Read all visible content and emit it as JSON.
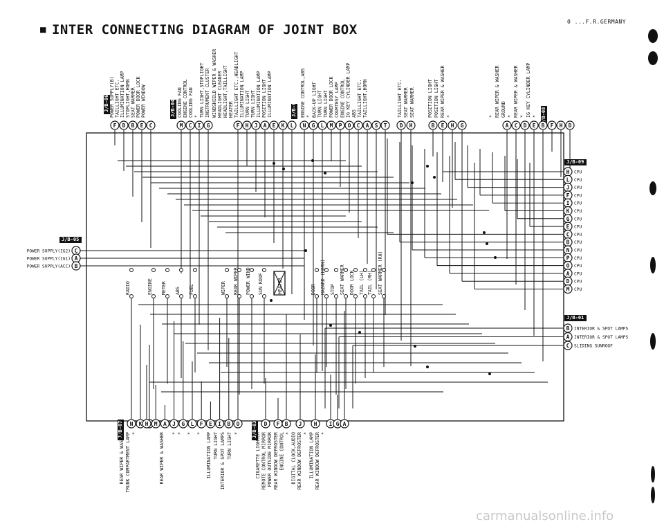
{
  "header": {
    "title": "INTER CONNECTING DIAGRAM OF JOINT BOX",
    "note": "0 ...F.R.GERMANY"
  },
  "footer": {
    "watermark": "carmanualsonline.info"
  },
  "connectors": {
    "j1": "J/B-06",
    "j2": "J/B-04",
    "j3": "J/B-02",
    "j4": "J/B-08",
    "right1": "J/B-09",
    "right2": "J/B-01",
    "left": "J/B-05",
    "bottom1": "J/B-07",
    "bottom2": "J/B-03"
  },
  "top_groups": [
    {
      "pins": [
        "F",
        "D",
        "B",
        "E",
        "C"
      ],
      "labels": [
        "POWER SUPPLY(B)",
        "TAILLIGHT ETC.",
        "ILLUMINATION LAMP",
        "STOPLIGHT,HORN",
        "SEAT WARMER",
        "POWER DOOR LOCK",
        "POWER WINDOW"
      ]
    },
    {
      "pins": [
        "M",
        "C",
        "I",
        "G"
      ],
      "labels": [
        "COOLING FAN",
        "ENGINE CONTROL",
        "COOLING FAN",
        "*",
        "TURN LIGHT,STOPLIGHT",
        "INSTRUMENT CLUSTER"
      ]
    },
    {
      "pins": [
        "F",
        "H",
        "J",
        "A",
        "E",
        "K",
        "L"
      ],
      "labels": [
        "WINDSHIELD WIPER & WASHER",
        "HEADLIGHT CLEANER",
        "HEADLIGHT,TAILLIGHT",
        "HEATER",
        "TAILLIGHT ETC.,HEADLIGHT",
        "ILLUMINATION LAMP",
        "TURN LIGHT",
        "TURN LIGHT",
        "ILLUMINATION LAMP",
        "POSITION LIGHT",
        "ILLUMINATION LAMP"
      ]
    },
    {
      "pins": [
        "N",
        "G",
        "L",
        "M",
        "P",
        "O",
        "C",
        "A",
        "S",
        "T"
      ],
      "labels": [
        "ENGINE CONTROL,ABS",
        "*",
        "BACK-UP LIGHT",
        "TURN LIGHT",
        "TURN LIGHT",
        "POWER DOOR LOCK",
        "COURTESY LAMP",
        "ENGINE CONTROL",
        "IG KEY CYLINDER LAMP",
        "ABS",
        "TAILLIGHT ETC.",
        "TAILLIGHT,HORN"
      ]
    },
    {
      "pins": [
        "D",
        "H"
      ],
      "labels": [
        "TAILLIGHT ETC.",
        "SEAT WARMER",
        "SEAT WARMER"
      ]
    },
    {
      "pins": [
        "B",
        "E",
        "H",
        "G"
      ],
      "labels": [
        "POSITION LIGHT",
        "POSITION LIGHT",
        "REAR WIPER & WASHER",
        "*"
      ]
    },
    {
      "pins": [
        "A",
        "C",
        "D",
        "E",
        "B",
        "F",
        "H",
        "D"
      ],
      "labels": [
        "*",
        "REAR WIPER & WASHER",
        "GROUND",
        "*",
        "REAR WIPER & WASHER",
        "*",
        "IG KEY CYLINDER LAMP",
        "*"
      ]
    }
  ],
  "right_cpu": {
    "pins": [
      "H",
      "L",
      "J",
      "F",
      "I",
      "K",
      "G",
      "E",
      "C",
      "B",
      "N",
      "P",
      "O",
      "A",
      "D",
      "M"
    ],
    "label": "CPU"
  },
  "right_other": [
    {
      "pin": "B",
      "label": "INTERIOR & SPOT LAMPS"
    },
    {
      "pin": "A",
      "label": "INTERIOR & SPOT LAMPS"
    },
    {
      "pin": "C",
      "label": "SLIDING SUNROOF"
    }
  ],
  "left_inputs": [
    {
      "pin": "C",
      "label": "POWER SUPPLY(IG2)"
    },
    {
      "pin": "A",
      "label": "POWER SUPPLY(IG1)"
    },
    {
      "pin": "B",
      "label": "POWER SUPPLY(ACC)"
    }
  ],
  "fuses": [
    "RADIO",
    "ENGINE",
    "METER",
    "ABS",
    "FUEL",
    "WIPER",
    "REAR WIPER",
    "POWER WIND",
    "SUN ROOF",
    "HEATER",
    "DOOR",
    "HAZARD (HORN)",
    "STOP",
    "SEAT WARMER",
    "DOOR LOCK",
    "TAIL (LH)",
    "TAIL (RH)",
    "SEAT WARMER (RH)"
  ],
  "bottom_groups": [
    {
      "pins": [
        "N",
        "K",
        "D"
      ],
      "labels": [
        "REAR WIPER & WASHER",
        "TRUNK COMPARTMENT LAMP",
        "*"
      ]
    },
    {
      "pins": [
        "H",
        "M",
        "A",
        "J",
        "G",
        "L",
        "F",
        "E",
        "I",
        "B",
        "O"
      ],
      "labels": [
        "REAR WIPER & WASHER",
        "*",
        "*",
        "*",
        "*",
        "ILLUMINATION LAMP",
        "TURN LIGHT",
        "INTERIOR & SPOT LAMPS",
        "TURN LIGHT",
        "*"
      ]
    },
    {
      "pins": [
        "D",
        "F",
        "B",
        "J",
        "H",
        "I",
        "G",
        "A"
      ],
      "labels": [
        "CIGARETTE LIGHTER",
        "REMOTE CONTROL MIRROR",
        "POWER OUTSIDE MIRROR",
        "REAR WINDOW DEFROSTER",
        "ENGINE CONTROL",
        "*",
        "DIGITAL CLOCK,AUDIO",
        "REAR WINDOW DEFROSTER",
        "*",
        "ILLUMINATION LAMP",
        "REAR WINDOW DEFROSTER",
        "*"
      ]
    }
  ]
}
